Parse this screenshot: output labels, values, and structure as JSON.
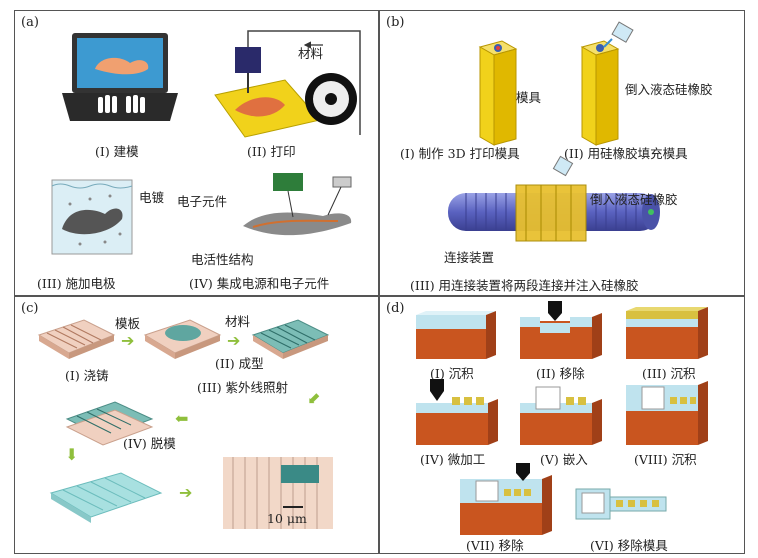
{
  "panel_a": {
    "label": "(a)",
    "captions": [
      "(I) 建模",
      "(II) 打印",
      "(III) 施加电极",
      "(IV) 集成电源和电子元件"
    ],
    "notes": {
      "material": "材料",
      "plating": "电镀",
      "electronics": "电子元件",
      "electroactive": "电活性结构"
    }
  },
  "panel_b": {
    "label": "(b)",
    "captions": [
      "(I) 制作 3D 打印模具",
      "(II) 用硅橡胶填充模具",
      "(III) 用连接装置将两段连接并注入硅橡胶"
    ],
    "notes": {
      "mold": "模具",
      "pour_1": "倒入液态硅橡胶",
      "pour_2": "倒入液态硅橡胶",
      "connector": "连接装置"
    }
  },
  "panel_c": {
    "label": "(c)",
    "captions": [
      "(I) 浇铸",
      "(II) 成型",
      "(III) 紫外线照射",
      "(IV) 脱模"
    ],
    "notes": {
      "template": "模板",
      "material": "材料",
      "scale": "10 μm"
    }
  },
  "panel_d": {
    "label": "(d)",
    "captions": [
      "(I) 沉积",
      "(II) 移除",
      "(III) 沉积",
      "(IV) 微加工",
      "(V) 嵌入",
      "(VIII) 沉积",
      "(VII) 移除",
      "(VI) 移除模具"
    ]
  },
  "colors": {
    "yellow": "#f1d21b",
    "orange": "#c9551f",
    "blue_light": "#bfe3ee",
    "blue_roll": "#6b74c9",
    "teal": "#5fa6a0",
    "pink": "#e8c8b6"
  }
}
